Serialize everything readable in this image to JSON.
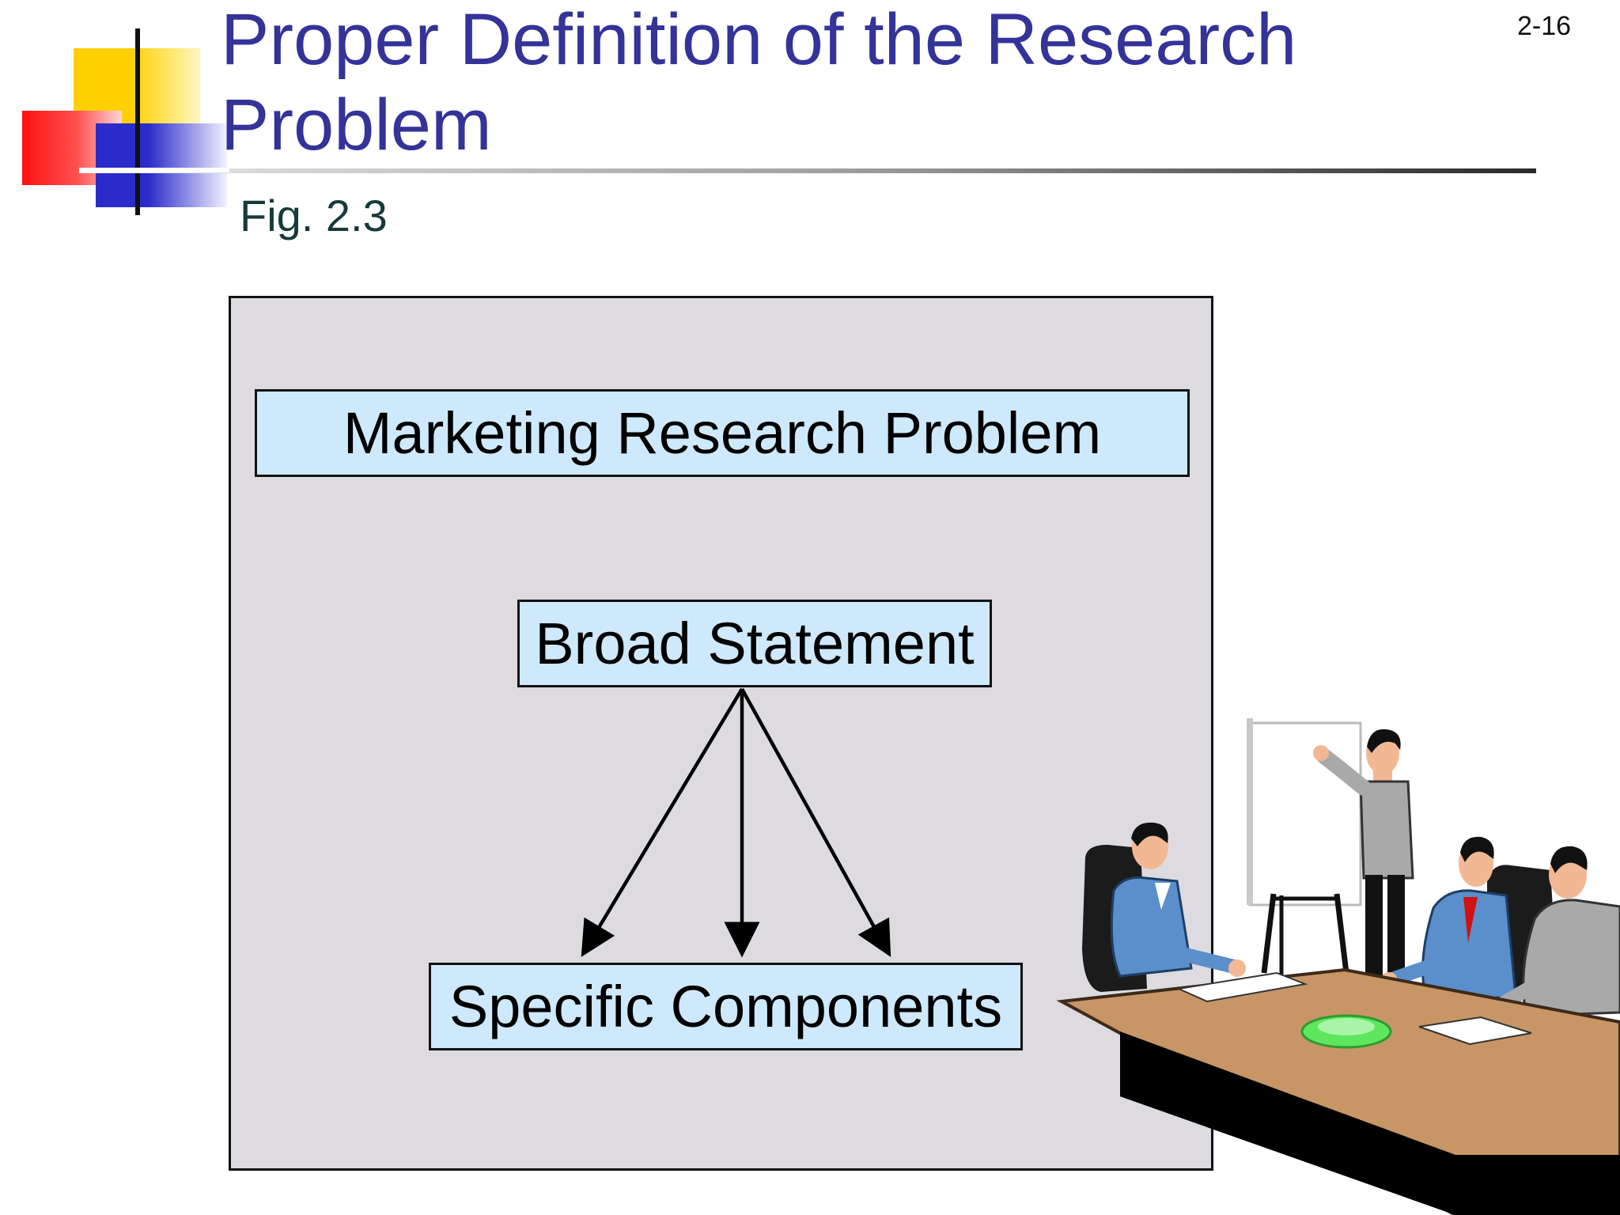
{
  "slide": {
    "title": "Proper Definition of the Research Problem",
    "slide_number": "2-16",
    "figure_label": "Fig. 2.3"
  },
  "diagram": {
    "top_box": "Marketing Research Problem",
    "middle_box": "Broad Statement",
    "bottom_box": "Specific Components"
  },
  "colors": {
    "title": "#333399",
    "panel_background": "#dddbdf",
    "box_fill": "#cfe9fc"
  },
  "icons": {
    "logo": "decorative-squares-icon",
    "clipart": "business-meeting-icon"
  }
}
